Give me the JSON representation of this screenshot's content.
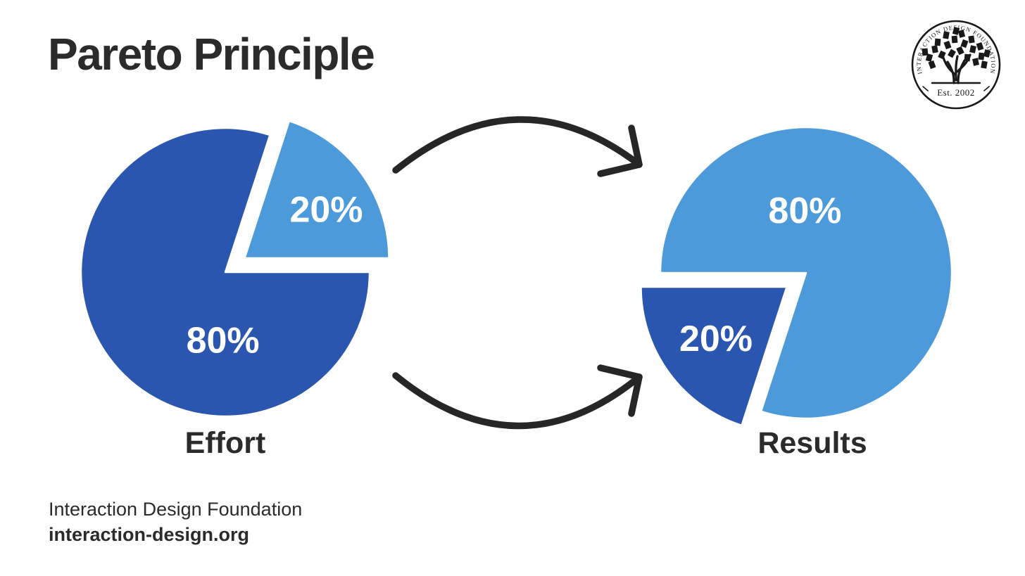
{
  "title": "Pareto Principle",
  "logo": {
    "ring_text": "INTERACTION DESIGN FOUNDATION",
    "est_text": "Est. 2002"
  },
  "footer": {
    "org": "Interaction Design Foundation",
    "url": "interaction-design.org"
  },
  "colors": {
    "dark_blue": "#2a56b0",
    "light_blue": "#4c9ad9",
    "ink": "#2b2b2b",
    "arrow": "#262626",
    "background": "#ffffff"
  },
  "chart_data": [
    {
      "type": "pie",
      "title": "Effort",
      "legend_position": "none",
      "grid": false,
      "center": [
        320,
        387
      ],
      "radius": 205,
      "slices": [
        {
          "label": "80%",
          "value": 80,
          "color": "#2a56b0",
          "start_angle": 72,
          "end_angle": 360,
          "explode": 0,
          "label_angle": 268,
          "label_r": 0.47
        },
        {
          "label": "20%",
          "value": 20,
          "color": "#4c9ad9",
          "start_angle": 0,
          "end_angle": 72,
          "explode": 34,
          "label_angle": 31,
          "label_r": 0.66
        }
      ]
    },
    {
      "type": "pie",
      "title": "Results",
      "legend_position": "none",
      "grid": false,
      "center": [
        1145,
        388
      ],
      "radius": 207,
      "slices": [
        {
          "label": "80%",
          "value": 80,
          "color": "#4c9ad9",
          "start_angle": 252,
          "end_angle": 540,
          "explode": 0,
          "label_angle": 91,
          "label_r": 0.43
        },
        {
          "label": "20%",
          "value": 20,
          "color": "#2a56b0",
          "start_angle": 180,
          "end_angle": 252,
          "explode": 34,
          "label_angle": 216,
          "label_r": 0.6
        }
      ]
    }
  ]
}
